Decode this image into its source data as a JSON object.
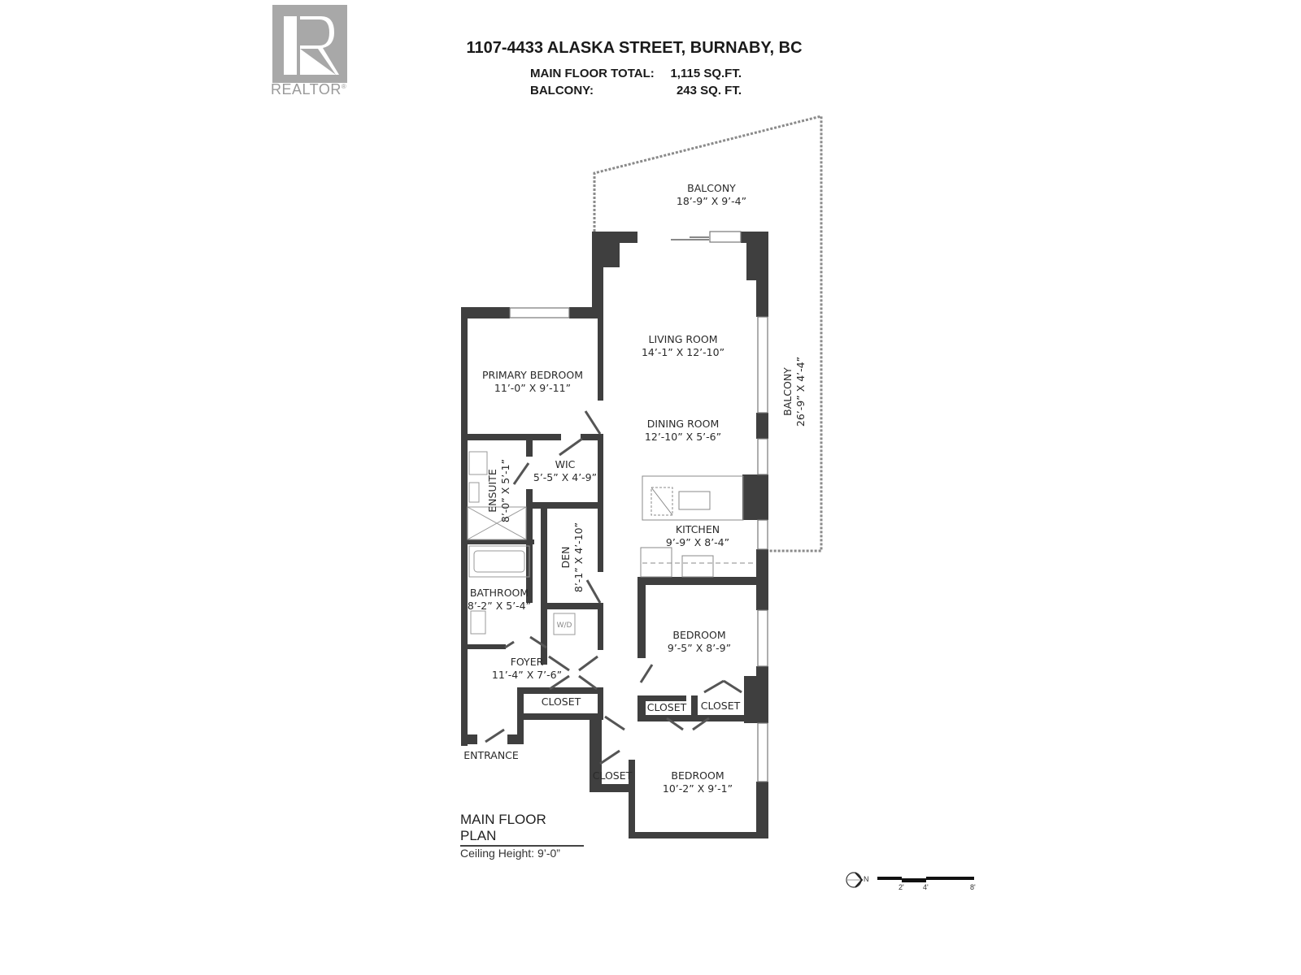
{
  "header": {
    "logo_text": "REALTOR",
    "logo_mark": "®",
    "address": "1107-4433 ALASKA STREET, BURNABY, BC",
    "areas": [
      {
        "label": "MAIN FLOOR TOTAL:",
        "value": "1,115 SQ.FT."
      },
      {
        "label": "BALCONY:",
        "value": "243 SQ. FT."
      }
    ]
  },
  "rooms": {
    "balcony_top": {
      "name": "BALCONY",
      "dims": "18’-9” X 9’-4”"
    },
    "balcony_side": {
      "name": "BALCONY",
      "dims": "26’-9” X 4’-4”"
    },
    "living": {
      "name": "LIVING ROOM",
      "dims": "14’-1” X 12’-10”"
    },
    "dining": {
      "name": "DINING ROOM",
      "dims": "12’-10” X 5’-6”"
    },
    "primary": {
      "name": "PRIMARY BEDROOM",
      "dims": "11’-0” X 9’-11”"
    },
    "wic": {
      "name": "WIC",
      "dims": "5’-5” X 4’-9”"
    },
    "ensuite": {
      "name": "ENSUITE",
      "dims": "8’-0” X 5’-1”"
    },
    "kitchen": {
      "name": "KITCHEN",
      "dims": "9’-9” X 8’-4”"
    },
    "den": {
      "name": "DEN",
      "dims": "8’-1” X 4’-10”"
    },
    "bathroom": {
      "name": "BATHROOM",
      "dims": "8’-2” X 5’-4”"
    },
    "wd": {
      "name": "W/D"
    },
    "foyer": {
      "name": "FOYER",
      "dims": "11’-4” X 7’-6”"
    },
    "closet_foyer": {
      "name": "CLOSET"
    },
    "bedroom2": {
      "name": "BEDROOM",
      "dims": "9’-5” X 8’-9”"
    },
    "closet_b2a": {
      "name": "CLOSET"
    },
    "closet_b2b": {
      "name": "CLOSET"
    },
    "bedroom3": {
      "name": "BEDROOM",
      "dims": "10’-2” X 9’-1”"
    },
    "closet_b3": {
      "name": "CLOSET"
    },
    "entrance": {
      "name": "ENTRANCE"
    }
  },
  "caption": {
    "title": "MAIN FLOOR PLAN",
    "subtitle": "Ceiling Height: 9’-0”"
  },
  "legend": {
    "north_label": "N",
    "scale_ticks": [
      "2'",
      "4'",
      "8'"
    ]
  },
  "colors": {
    "wall": "#3f3f3f",
    "logo": "#a8a8a8",
    "line": "#555555"
  }
}
